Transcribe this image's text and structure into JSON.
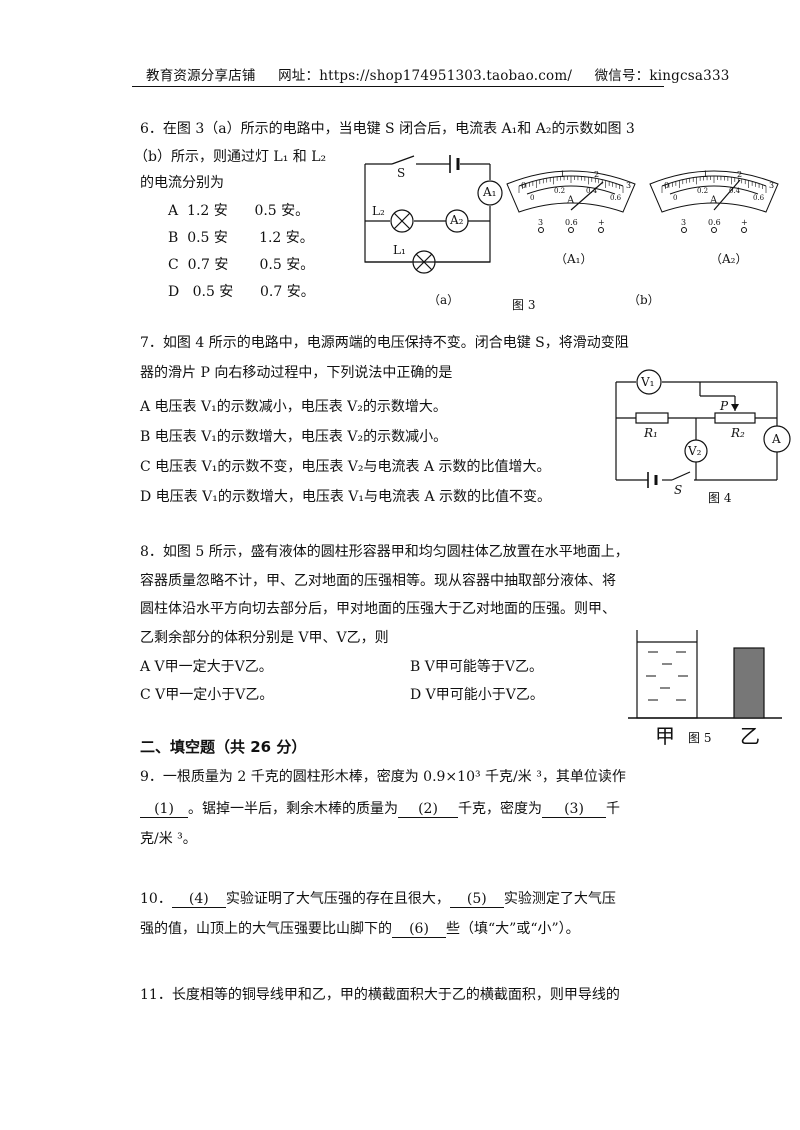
{
  "header": {
    "shop": "教育资源分享店铺",
    "url": "网址：https://shop174951303.taobao.com/",
    "wechat": "微信号：kingcsa333"
  },
  "q6": {
    "l1": "6．在图 3（a）所示的电路中，当电键 S 闭合后，电流表 A₁和 A₂的示数如图 3",
    "l2": "（b）所示，则通过灯  L₁ 和  L₂",
    "l3": "的电流分别为",
    "options": [
      {
        "letter": "A",
        "v1": "1.2 安",
        "v2": "0.5 安。"
      },
      {
        "letter": "B",
        "v1": "0.5 安",
        "v2": "1.2 安。"
      },
      {
        "letter": "C",
        "v1": "0.7 安",
        "v2": "0.5 安。"
      },
      {
        "letter": "D",
        "v1": "0.5 安",
        "v2": "0.7 安。"
      }
    ],
    "fig": {
      "S": "S",
      "A1": "A₁",
      "A2": "A₂",
      "L1": "L₁",
      "L2": "L₂",
      "cap_a": "（a）",
      "cap_fig": "图 3",
      "cap_b": "（b）",
      "meter_A1": "（A₁）",
      "meter_A2": "（A₂）",
      "ticks_top": [
        "0",
        "1",
        "2",
        "3"
      ],
      "ticks_bottom": [
        "0",
        "0.2",
        "0.4",
        "0.6"
      ],
      "unit": "A",
      "terminals": [
        "3",
        "0.6",
        "+"
      ]
    }
  },
  "q7": {
    "l1": "7．如图 4 所示的电路中，电源两端的电压保持不变。闭合电键 S，将滑动变阻",
    "l2": "器的滑片 P 向右移动过程中，下列说法中正确的是",
    "options": [
      "A  电压表 V₁的示数减小，电压表 V₂的示数增大。",
      "B  电压表 V₁的示数增大，电压表 V₂的示数减小。",
      "C  电压表 V₁的示数不变，电压表 V₂与电流表 A 示数的比值增大。",
      "D  电压表 V₁的示数增大，电压表 V₁与电流表 A 示数的比值不变。"
    ],
    "fig": {
      "V1": "V₁",
      "V2": "V₂",
      "A": "A",
      "P": "P",
      "R1": "R₁",
      "R2": "R₂",
      "S": "S",
      "cap": "图 4"
    }
  },
  "q8": {
    "l1": "8．如图 5 所示，盛有液体的圆柱形容器甲和均匀圆柱体乙放置在水平地面上，",
    "l2": "容器质量忽略不计，甲、乙对地面的压强相等。现从容器中抽取部分液体、将",
    "l3": "圆柱体沿水平方向切去部分后，甲对地面的压强大于乙对地面的压强。则甲、",
    "l4": "乙剩余部分的体积分别是 V甲、V乙，则",
    "options": [
      "A  V甲一定大于V乙。",
      "B  V甲可能等于V乙。",
      "C  V甲一定小于V乙。",
      "D  V甲可能小于V乙。"
    ],
    "fig": {
      "jia": "甲",
      "yi": "乙",
      "cap": "图 5"
    }
  },
  "section2": {
    "title": "二、填空题（共 26 分）"
  },
  "q9": {
    "l1": "9．一根质量为 2 千克的圆柱形木棒，密度为 0.9×10³ 千克/米 ³，其单位读作",
    "b1": "(1)",
    "t1": "。锯掉一半后，剩余木棒的质量为",
    "b2": "(2)",
    "t2": "千克，密度为",
    "b3": "(3)",
    "t3": "千",
    "l3": "克/米 ³。"
  },
  "q10": {
    "t0": "10．",
    "b4": "(4)",
    "t1": "实验证明了大气压强的存在且很大，",
    "b5": "(5)",
    "t2": "实验测定了大气压",
    "t3": "强的值，山顶上的大气压强要比山脚下的",
    "b6": "(6)",
    "t4": "些（填“大”或“小”）。"
  },
  "q11": {
    "l1": "11．长度相等的铜导线甲和乙，甲的横截面积大于乙的横截面积，则甲导线的"
  }
}
